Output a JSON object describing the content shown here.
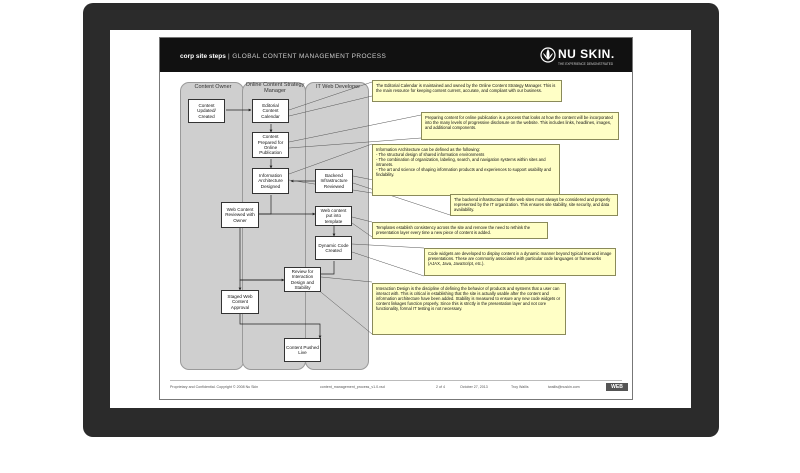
{
  "header": {
    "section": "corp site steps",
    "title": "|  GLOBAL CONTENT MANAGEMENT PROCESS",
    "logo_text": "NU SKIN.",
    "logo_tagline": "THE EXPERIENCE DEMONSTRATED"
  },
  "lanes": [
    "Content Owner",
    "Online Content Strategy Manager",
    "IT Web Developer"
  ],
  "boxes": {
    "content_updated": "Content Updated/ Created",
    "editorial_calendar": "Editorial Content Calendar",
    "content_prepared": "Content Prepared for Online Publication",
    "info_arch": "Information Architecture Designed",
    "backend": "Backend Infrastructure Reviewed",
    "web_content_reviewed": "Web Content Reviewed with Owner",
    "put_into_template": "Web content put into template",
    "dynamic_code": "Dynamic Code Created",
    "review_interaction": "Review for Interaction Design and Stability",
    "staged": "Staged Web Content Approval",
    "pushed_live": "Content Pushed Live"
  },
  "notes": {
    "n1": "The Editorial Calendar is maintained and owned by the Online Content Strategy Manager. This is the main resource for keeping content current, accurate, and compliant with our business.",
    "n2": "Preparing content for online publication is a process that looks at how the content will be incorporated into the many levels of progressive disclosure on the website. This includes links, headlines, images, and additional components.",
    "n3": "Information Architecture can be defined as the following:\n- The structural design of shared information environments\n- The combination of organization, labeling, search, and navigation systems within sites and intranets.\n- The art and science of shaping information products and experiences to support usability and findability.",
    "n4": "The backend infrastructure of the web sites must always be considered and properly represented by the IT organization. This ensures site stability, site security, and data availability.",
    "n5": "Templates establish consistency across the site and remove the need to rethink the presentation layer every time a new piece of content is added.",
    "n6": "Code widgets are developed to display content in a dynamic manner beyond typical text and image presentations. These are commonly associated with particular code languages or frameworks (AJAX, Java, JavaScript, etc.).",
    "n7": "Interaction Design is the discipline of defining the behavior of products and systems that a user can interact with. This is critical in establishing that the site is actually usable after the content and information architecture have been added. Stability is measured to ensure any new code widgets or content linkages function properly. Since this is strictly in the presentation layer and not core functionality, formal IT testing is not necessary."
  },
  "footer": {
    "copyright": "Proprietary and Confidential. Copyright © 2008 Nu Skin",
    "file": "content_management_process_v1.0.vsd",
    "page": "2 of 4",
    "date": "October 27, 2013",
    "author": "Troy Wallis",
    "email": "twallis@nuskin.com",
    "tag": "WEB"
  }
}
